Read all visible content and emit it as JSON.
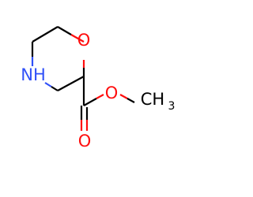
{
  "molecule": {
    "atoms": {
      "ring_oxygen": "O",
      "ring_nitrogen": "NH",
      "ester_oxygen": "O",
      "carbonyl_oxygen": "O",
      "methyl_c": "CH",
      "methyl_sub": "3"
    },
    "colors": {
      "oxygen": "#ff0d0d",
      "nitrogen": "#3050f8",
      "carbon": "#000000"
    }
  }
}
